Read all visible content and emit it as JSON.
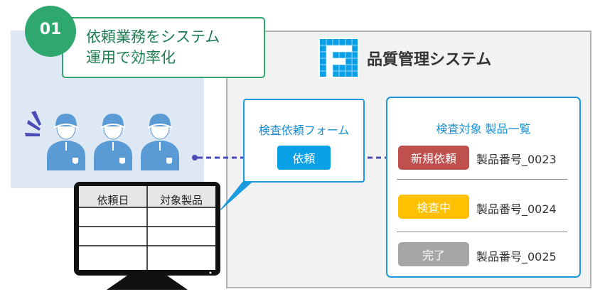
{
  "step": {
    "number": "01",
    "title_line1": "依頼業務をシステム",
    "title_line2": "運用で効率化"
  },
  "system": {
    "title": "品質管理システム",
    "logo_icon": "F-grid-logo-icon"
  },
  "form": {
    "title": "検査依頼フォーム",
    "button_label": "依頼"
  },
  "product_list": {
    "title": "検査対象 製品一覧",
    "items": [
      {
        "status": "新規依頼",
        "status_color": "#c0504d",
        "product": "製品番号_0023"
      },
      {
        "status": "検査中",
        "status_color": "#ffc000",
        "product": "製品番号_0024"
      },
      {
        "status": "完了",
        "status_color": "#a6a6a6",
        "product": "製品番号_0025"
      }
    ]
  },
  "spreadsheet": {
    "headers": [
      "依頼日",
      "対象製品"
    ],
    "empty_rows": 3
  },
  "colors": {
    "accent_green": "#2fa870",
    "accent_blue": "#0aa0e6",
    "worker_blue": "#5b9bd5",
    "arrow": "#4b4bb5"
  }
}
